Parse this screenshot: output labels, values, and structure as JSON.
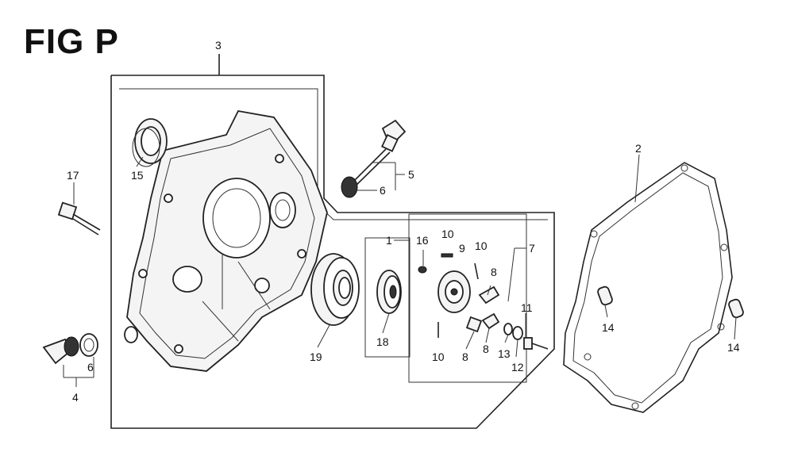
{
  "title": "FIG P",
  "callouts": [
    {
      "num": "1"
    },
    {
      "num": "2"
    },
    {
      "num": "3"
    },
    {
      "num": "4"
    },
    {
      "num": "5"
    },
    {
      "num": "6"
    },
    {
      "num": "6"
    },
    {
      "num": "7"
    },
    {
      "num": "8"
    },
    {
      "num": "8"
    },
    {
      "num": "8"
    },
    {
      "num": "9"
    },
    {
      "num": "10"
    },
    {
      "num": "10"
    },
    {
      "num": "10"
    },
    {
      "num": "11"
    },
    {
      "num": "12"
    },
    {
      "num": "13"
    },
    {
      "num": "14"
    },
    {
      "num": "14"
    },
    {
      "num": "15"
    },
    {
      "num": "16"
    },
    {
      "num": "17"
    },
    {
      "num": "18"
    },
    {
      "num": "19"
    }
  ]
}
